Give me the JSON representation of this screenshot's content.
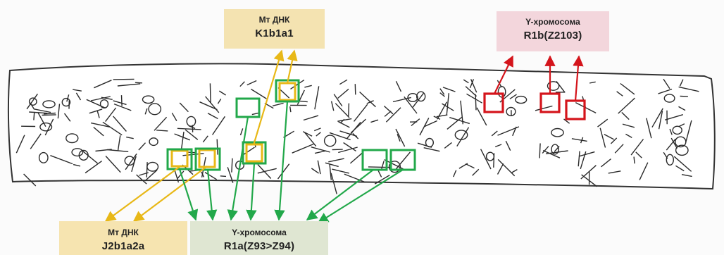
{
  "labels": {
    "mt_top": {
      "title": "Мт ДНК",
      "value": "K1b1a1"
    },
    "y_top": {
      "title": "Y-хромосома",
      "value": "R1b(Z2103)"
    },
    "mt_bottom": {
      "title": "Мт ДНК",
      "value": "J2b1a2a"
    },
    "y_bottom": {
      "title": "Y-хромосома",
      "value": "R1a(Z93>Z94)"
    }
  },
  "colors": {
    "mt": "#e8b817",
    "y_r1a": "#22a84a",
    "y_r1b": "#d4141b",
    "mt_box": "#f4e3b1",
    "y_r1b_box": "#f3d6dc",
    "y_r1a_box": "#dfe6d2",
    "drawing": "#2a2a2a"
  },
  "icons": [
    "burial-pit-drawing",
    "skeleton-remains"
  ]
}
